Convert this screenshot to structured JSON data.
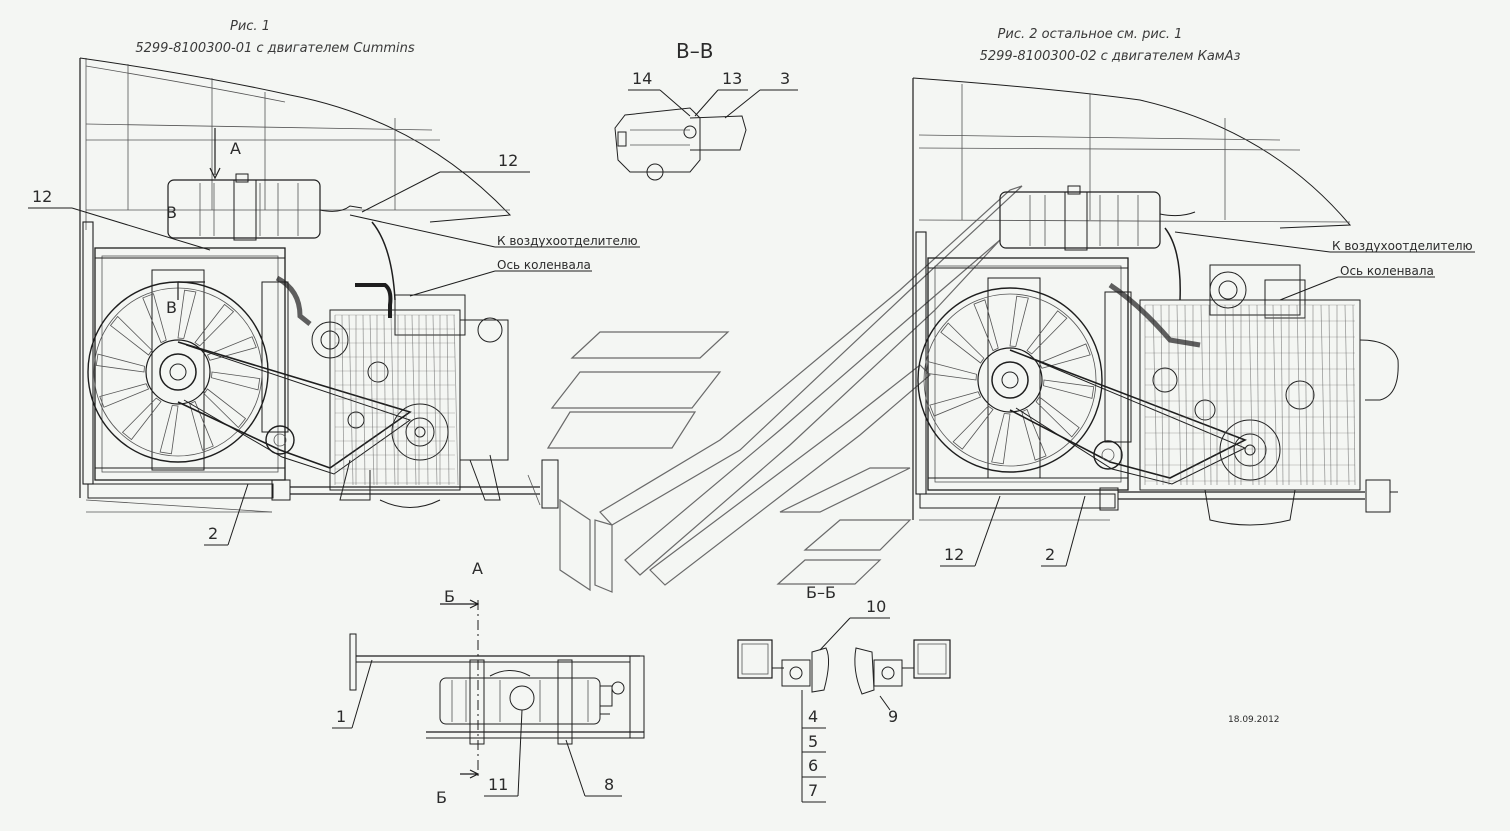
{
  "fig1": {
    "title": "Рис. 1",
    "subtitle": "5299-8100300-01 с двигателем Cummins",
    "to_deaerator": "К воздухоотделителю",
    "crankshaft_axis": "Ось коленвала",
    "view_a": "A",
    "view_v1": "B",
    "view_v2": "B",
    "callouts": [
      "12",
      "12",
      "2"
    ]
  },
  "fig2": {
    "title": "Рис. 2 остальное см. рис. 1",
    "subtitle": "5299-8100300-02 с двигателем КамАз",
    "to_deaerator": "К воздухоотделителю",
    "crankshaft_axis": "Ось коленвала",
    "callouts": [
      "12",
      "2"
    ]
  },
  "section_vv": {
    "title": "B–B",
    "callouts": [
      "14",
      "13",
      "3"
    ]
  },
  "view_a_detail": {
    "title": "A",
    "cut_top": "Б",
    "cut_bottom": "Б",
    "callouts": [
      "1",
      "11",
      "8"
    ]
  },
  "section_bb": {
    "title": "Б–Б",
    "callouts": [
      "10",
      "4",
      "5",
      "6",
      "7",
      "9"
    ]
  },
  "date_stamp": "18.09.2012"
}
